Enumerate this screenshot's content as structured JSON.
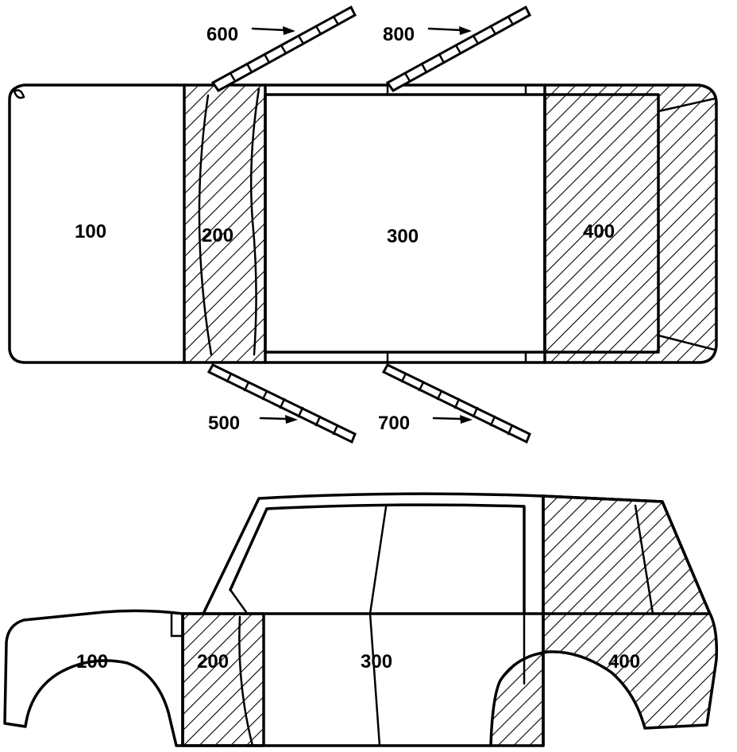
{
  "top_view": {
    "labels": {
      "front": "100",
      "front_pillar": "200",
      "middle": "300",
      "rear": "400",
      "front_door_right": "500",
      "front_door_left": "600",
      "rear_door_right": "700",
      "rear_door_left": "800"
    }
  },
  "side_view": {
    "labels": {
      "front": "100",
      "front_pillar": "200",
      "middle": "300",
      "rear": "400"
    }
  }
}
